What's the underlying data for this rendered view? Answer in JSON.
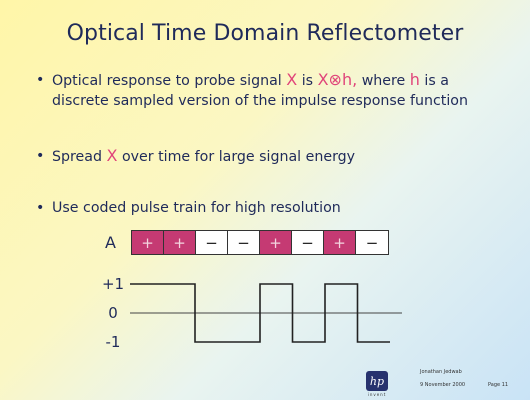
{
  "slide": {
    "title": "Optical Time Domain Reflectometer"
  },
  "bullets": [
    {
      "text_a": "Optical response to probe signal ",
      "symbol_x": "X",
      "text_b": " is ",
      "symbol_conv": "X⊗h,",
      "text_c": "  where ",
      "symbol_h": "h",
      "text_d": " is a",
      "line2": "discrete sampled version of the impulse response function"
    },
    {
      "text_a": "Spread ",
      "symbol_x": "X",
      "text_b": " over time for large signal energy"
    },
    {
      "text": "Use coded pulse train for high resolution"
    }
  ],
  "bullet_glyph": "•",
  "code": {
    "label": "A",
    "cells": [
      "+",
      "+",
      "−",
      "−",
      "+",
      "−",
      "+",
      "−"
    ],
    "colors": {
      "pos": "#c53a73",
      "neg": "#ffffff"
    }
  },
  "waveform": {
    "levels": [
      "+1",
      "0",
      "-1"
    ],
    "sequence": [
      1,
      1,
      -1,
      -1,
      1,
      -1,
      1,
      -1
    ]
  },
  "footer": {
    "logo_text": "hp",
    "logo_sub": "invent",
    "author": "Jonathan Jedwab",
    "date": "9 November 2000",
    "page": "Page 11"
  }
}
